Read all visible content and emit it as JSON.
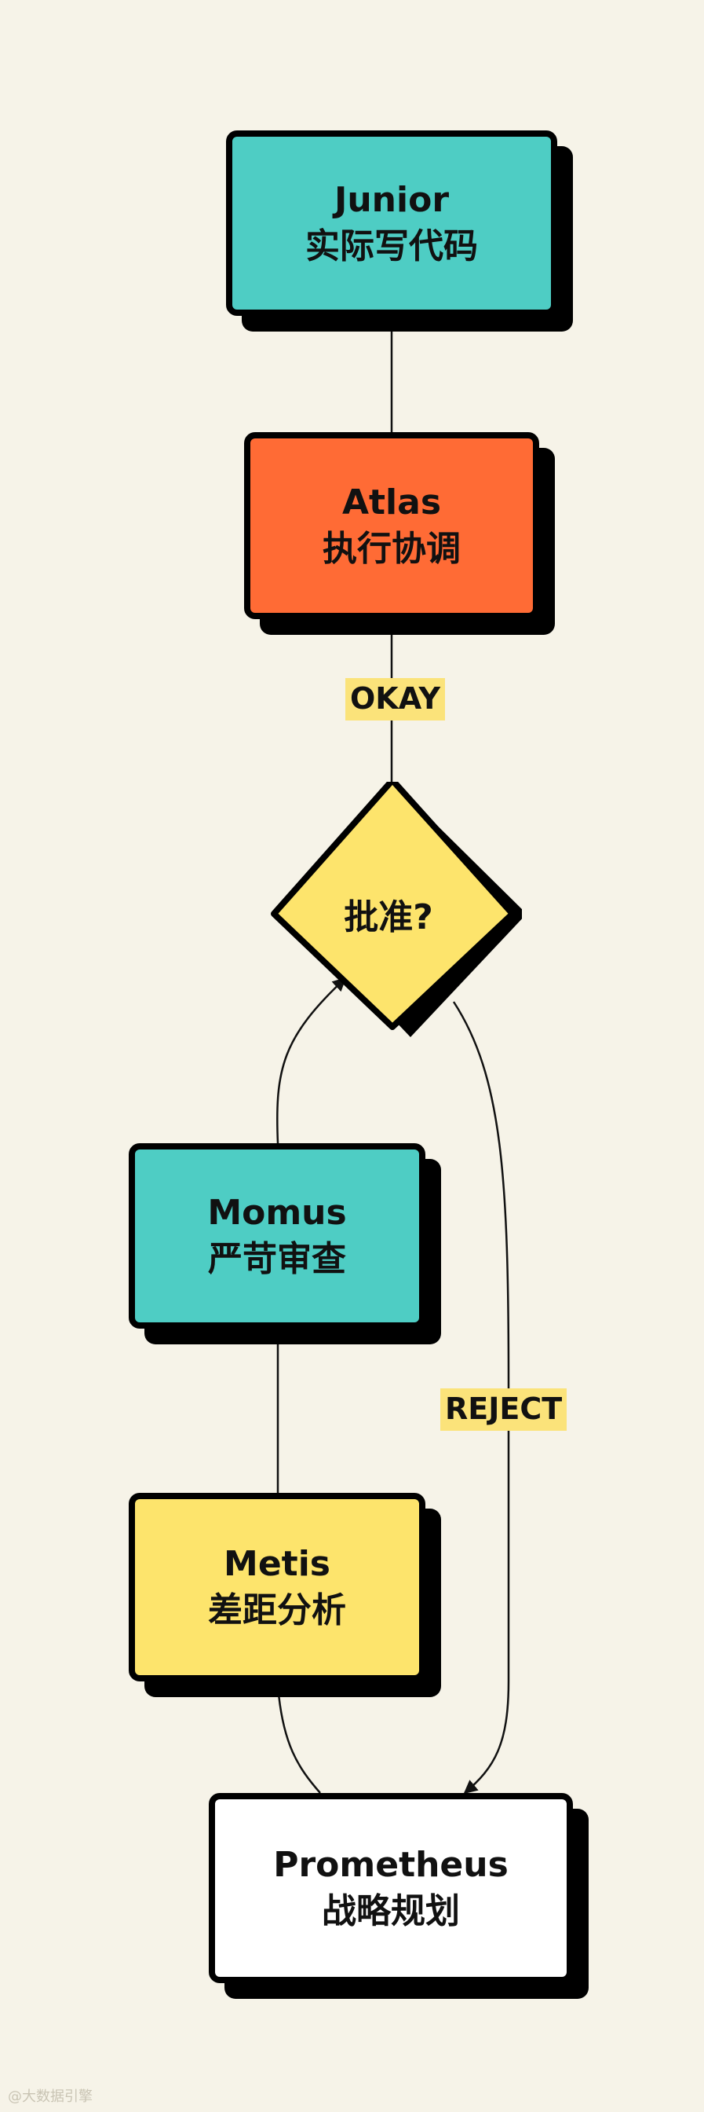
{
  "colors": {
    "background": "#f6f3e8",
    "teal": "#4ecdc4",
    "orange": "#ff6b35",
    "yellow": "#fde46c",
    "white": "#ffffff",
    "label_bg": "#fbe37a"
  },
  "nodes": {
    "junior": {
      "name": "Junior",
      "role": "实际写代码"
    },
    "atlas": {
      "name": "Atlas",
      "role": "执行协调"
    },
    "approve": {
      "label": "批准?"
    },
    "momus": {
      "name": "Momus",
      "role": "严苛审查"
    },
    "metis": {
      "name": "Metis",
      "role": "差距分析"
    },
    "prometheus": {
      "name": "Prometheus",
      "role": "战略规划"
    }
  },
  "edge_labels": {
    "okay": "OKAY",
    "reject": "REJECT"
  },
  "watermark": "@大数据引擎"
}
